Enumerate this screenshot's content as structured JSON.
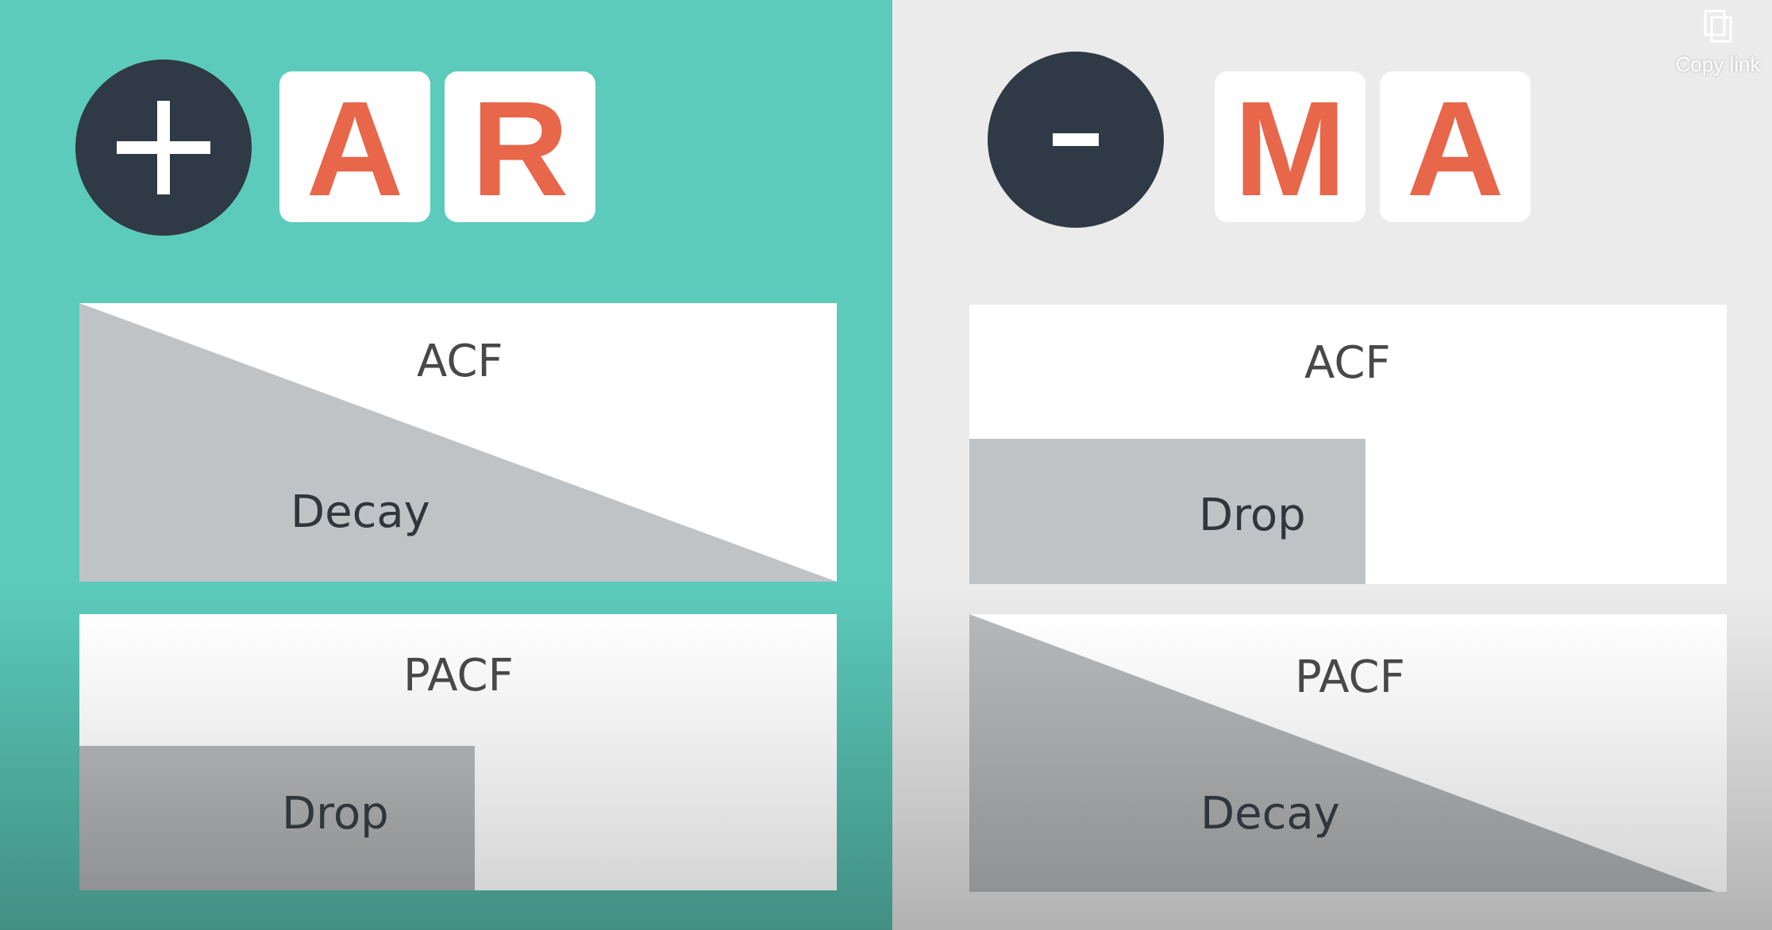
{
  "left": {
    "sign": "+",
    "letters": [
      "A",
      "R"
    ],
    "acf": {
      "title": "ACF",
      "pattern": "Decay"
    },
    "pacf": {
      "title": "PACF",
      "pattern": "Drop"
    }
  },
  "right": {
    "sign": "-",
    "letters": [
      "M",
      "A"
    ],
    "acf": {
      "title": "ACF",
      "pattern": "Drop"
    },
    "pacf": {
      "title": "PACF",
      "pattern": "Decay"
    }
  },
  "overlay": {
    "copy_link_label": "Copy link",
    "copy_icon": "copy-icon"
  },
  "colors": {
    "left_bg": "#5ccbbb",
    "right_bg": "#ebebeb",
    "circle": "#2f3a46",
    "letter": "#e8664a",
    "shade": "#c0c3c6"
  }
}
